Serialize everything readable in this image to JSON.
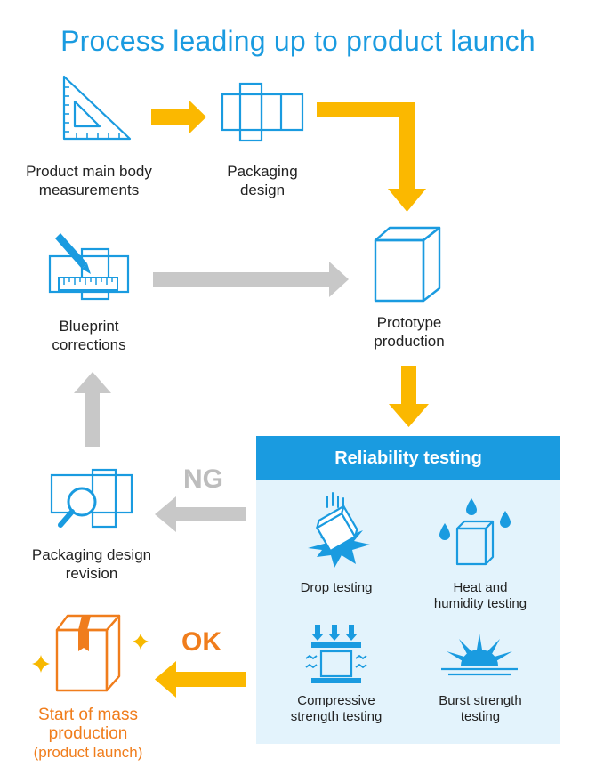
{
  "title": "Process leading up to product launch",
  "steps": {
    "measurements": [
      "Product main body",
      "measurements"
    ],
    "packaging_design": [
      "Packaging",
      "design"
    ],
    "prototype": [
      "Prototype",
      "production"
    ],
    "blueprint": [
      "Blueprint",
      "corrections"
    ],
    "revision": [
      "Packaging design",
      "revision"
    ]
  },
  "reliability": {
    "header": "Reliability testing",
    "tests": {
      "drop": [
        "Drop testing"
      ],
      "heat": [
        "Heat and",
        "humidity testing"
      ],
      "compressive": [
        "Compressive",
        "strength testing"
      ],
      "burst": [
        "Burst strength",
        "testing"
      ]
    }
  },
  "results": {
    "ng": "NG",
    "ok": "OK"
  },
  "launch": [
    "Start of mass",
    "production",
    "(product launch)"
  ],
  "colors": {
    "blue": "#1a9be0",
    "orange": "#f07d1c",
    "yellow_arrow": "#fbb800",
    "gray_arrow": "#c8c8c8",
    "panel_bg": "#e3f3fc"
  },
  "icons": {
    "measurements": "set-square-icon",
    "packaging_design": "box-net-icon",
    "prototype": "box-icon",
    "blueprint": "pencil-ruler-blueprint-icon",
    "revision": "magnifier-blueprint-icon",
    "drop": "falling-box-impact-icon",
    "heat": "box-water-drops-icon",
    "compressive": "press-box-icon",
    "burst": "sunburst-icon",
    "launch": "cardboard-box-sparkle-icon"
  }
}
